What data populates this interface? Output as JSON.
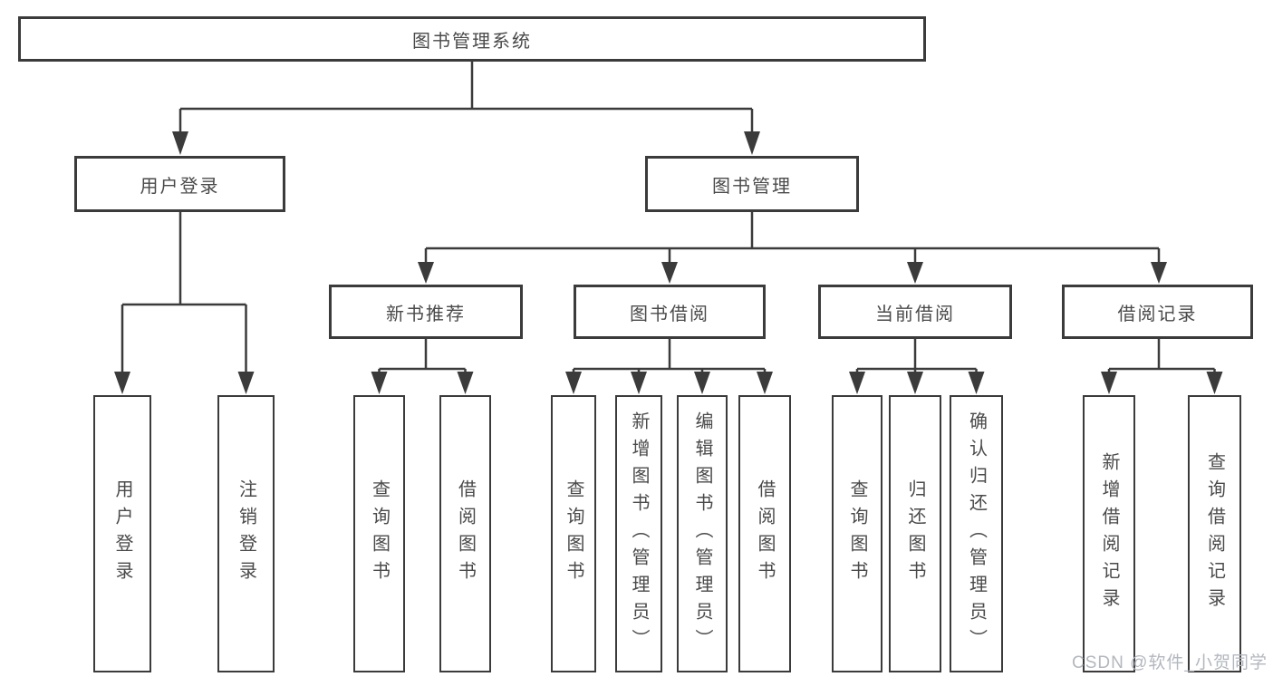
{
  "tree": {
    "label": "图书管理系统",
    "children": [
      {
        "label": "用户登录",
        "children": [
          {
            "label": "用户登录"
          },
          {
            "label": "注销登录"
          }
        ]
      },
      {
        "label": "图书管理",
        "children": [
          {
            "label": "新书推荐",
            "children": [
              {
                "label": "查询图书"
              },
              {
                "label": "借阅图书"
              }
            ]
          },
          {
            "label": "图书借阅",
            "children": [
              {
                "label": "查询图书"
              },
              {
                "label": "新增图书（管理员）"
              },
              {
                "label": "编辑图书（管理员）"
              },
              {
                "label": "借阅图书"
              }
            ]
          },
          {
            "label": "当前借阅",
            "children": [
              {
                "label": "查询图书"
              },
              {
                "label": "归还图书"
              },
              {
                "label": "确认归还（管理员）"
              }
            ]
          },
          {
            "label": "借阅记录",
            "children": [
              {
                "label": "新增借阅记录"
              },
              {
                "label": "查询借阅记录"
              }
            ]
          }
        ]
      }
    ]
  },
  "watermark": "CSDN @软件_小贺同学",
  "colors": {
    "line": "#3b3b3b",
    "text": "#4a4a4a",
    "watermark": "#b3b7be",
    "background": "#ffffff"
  }
}
